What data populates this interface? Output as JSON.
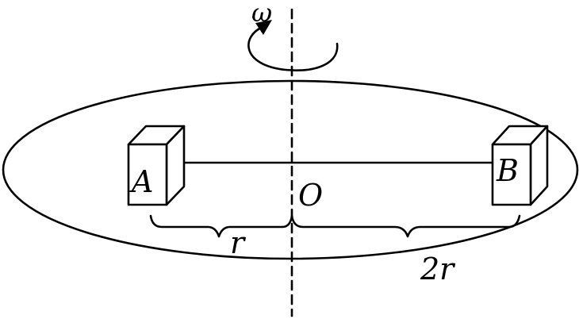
{
  "labels": {
    "omega": "ω",
    "block_a": "A",
    "block_b": "B",
    "center": "O",
    "dist_a": "r",
    "dist_b": "2r"
  },
  "colors": {
    "ink": "#000000",
    "paper": "#ffffff"
  }
}
